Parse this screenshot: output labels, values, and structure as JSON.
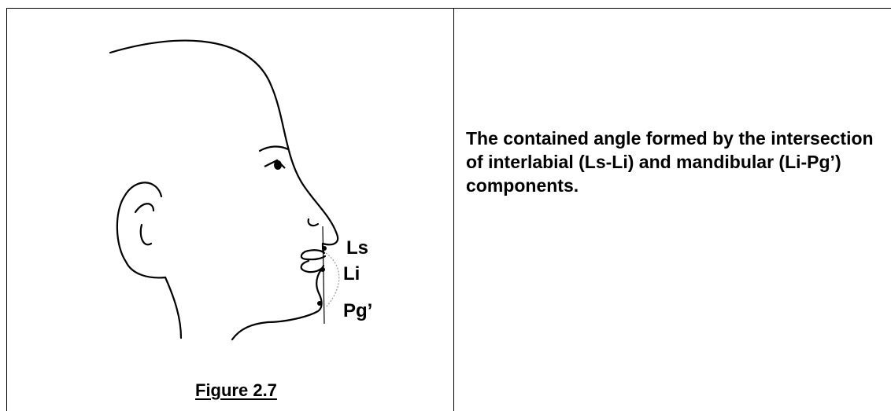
{
  "figure": {
    "labels": {
      "ls": "Ls",
      "li": "Li",
      "pg": "Pg’"
    },
    "caption": "Figure 2.7"
  },
  "description": {
    "text": "The contained angle formed by the intersection of interlabial (Ls-Li) and mandibular (Li-Pg’) components."
  }
}
